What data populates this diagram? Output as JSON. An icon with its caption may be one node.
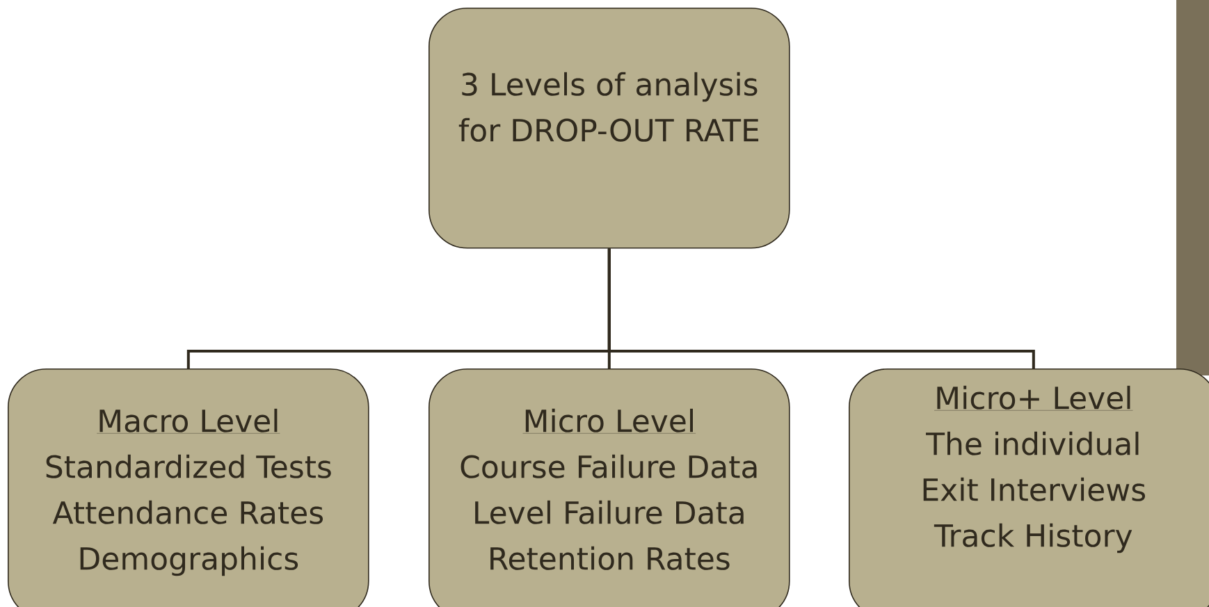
{
  "diagram": {
    "nodes": [
      {
        "text": [
          "3 Levels of analysis for DROP-OUT RATE"
        ]
      },
      {
        "text": [
          "Macro Level",
          "Standardized Tests",
          "Attendance Rates",
          "Demographics"
        ]
      },
      {
        "text": [
          "Micro Level",
          "Course Failure Data",
          "Level Failure Data",
          "Retention Rates"
        ]
      },
      {
        "text": [
          "Micro+ Level",
          "The individual",
          "Exit Interviews",
          "Track History"
        ]
      }
    ],
    "edges": [
      {
        "from": 0,
        "to": 1,
        "arrow": "none"
      },
      {
        "from": 0,
        "to": 2,
        "arrow": "none"
      },
      {
        "from": 0,
        "to": 3,
        "arrow": "none"
      }
    ]
  }
}
